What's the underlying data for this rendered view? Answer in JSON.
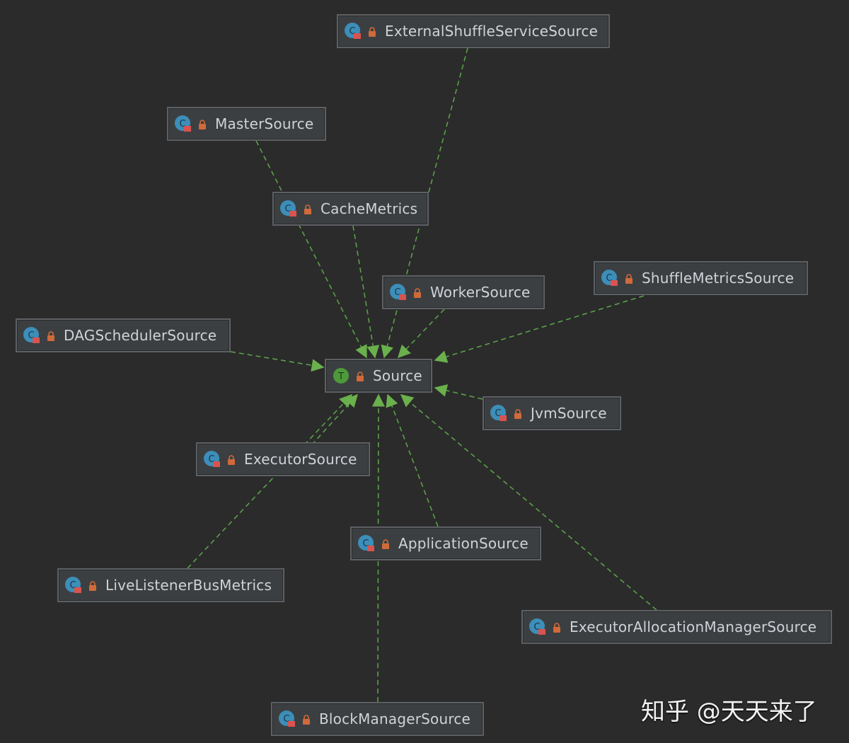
{
  "diagram": {
    "root": {
      "id": "source",
      "label": "Source",
      "icon": "interface-t-icon",
      "icon_letter": "T",
      "icon_color": "#4e9a3a"
    },
    "nodes": [
      {
        "id": "external-shuffle-service-source",
        "label": "ExternalShuffleServiceSource",
        "icon": "class-icon"
      },
      {
        "id": "master-source",
        "label": "MasterSource",
        "icon": "class-icon"
      },
      {
        "id": "cache-metrics",
        "label": "CacheMetrics",
        "icon": "class-icon"
      },
      {
        "id": "worker-source",
        "label": "WorkerSource",
        "icon": "class-icon"
      },
      {
        "id": "shuffle-metrics-source",
        "label": "ShuffleMetricsSource",
        "icon": "class-icon"
      },
      {
        "id": "dag-scheduler-source",
        "label": "DAGSchedulerSource",
        "icon": "class-icon"
      },
      {
        "id": "jvm-source",
        "label": "JvmSource",
        "icon": "class-icon"
      },
      {
        "id": "executor-source",
        "label": "ExecutorSource",
        "icon": "class-icon"
      },
      {
        "id": "application-source",
        "label": "ApplicationSource",
        "icon": "class-icon"
      },
      {
        "id": "live-listener-bus-metrics",
        "label": "LiveListenerBusMetrics",
        "icon": "class-icon"
      },
      {
        "id": "executor-allocation-manager-source",
        "label": "ExecutorAllocationManagerSource",
        "icon": "class-icon"
      },
      {
        "id": "block-manager-source",
        "label": "BlockManagerSource",
        "icon": "class-icon"
      }
    ],
    "edges": [
      {
        "from": "external-shuffle-service-source",
        "to": "source",
        "style": "dashed"
      },
      {
        "from": "master-source",
        "to": "source",
        "style": "dashed"
      },
      {
        "from": "cache-metrics",
        "to": "source",
        "style": "dashed"
      },
      {
        "from": "worker-source",
        "to": "source",
        "style": "dashed"
      },
      {
        "from": "shuffle-metrics-source",
        "to": "source",
        "style": "dashed"
      },
      {
        "from": "dag-scheduler-source",
        "to": "source",
        "style": "dashed"
      },
      {
        "from": "jvm-source",
        "to": "source",
        "style": "dashed"
      },
      {
        "from": "executor-source",
        "to": "source",
        "style": "dashed"
      },
      {
        "from": "application-source",
        "to": "source",
        "style": "dashed"
      },
      {
        "from": "live-listener-bus-metrics",
        "to": "source",
        "style": "dashed"
      },
      {
        "from": "executor-allocation-manager-source",
        "to": "source",
        "style": "dashed"
      },
      {
        "from": "block-manager-source",
        "to": "source",
        "style": "dashed"
      }
    ],
    "colors": {
      "background": "#2b2b2b",
      "node_fill": "#3c3f41",
      "node_border": "#5d6064",
      "label": "#cfd3d7",
      "edge": "#5aa04a",
      "class_icon": "#3d8eb9",
      "lock_icon": "#d06a3a"
    }
  },
  "watermark": {
    "text": "知乎 @天天来了"
  }
}
